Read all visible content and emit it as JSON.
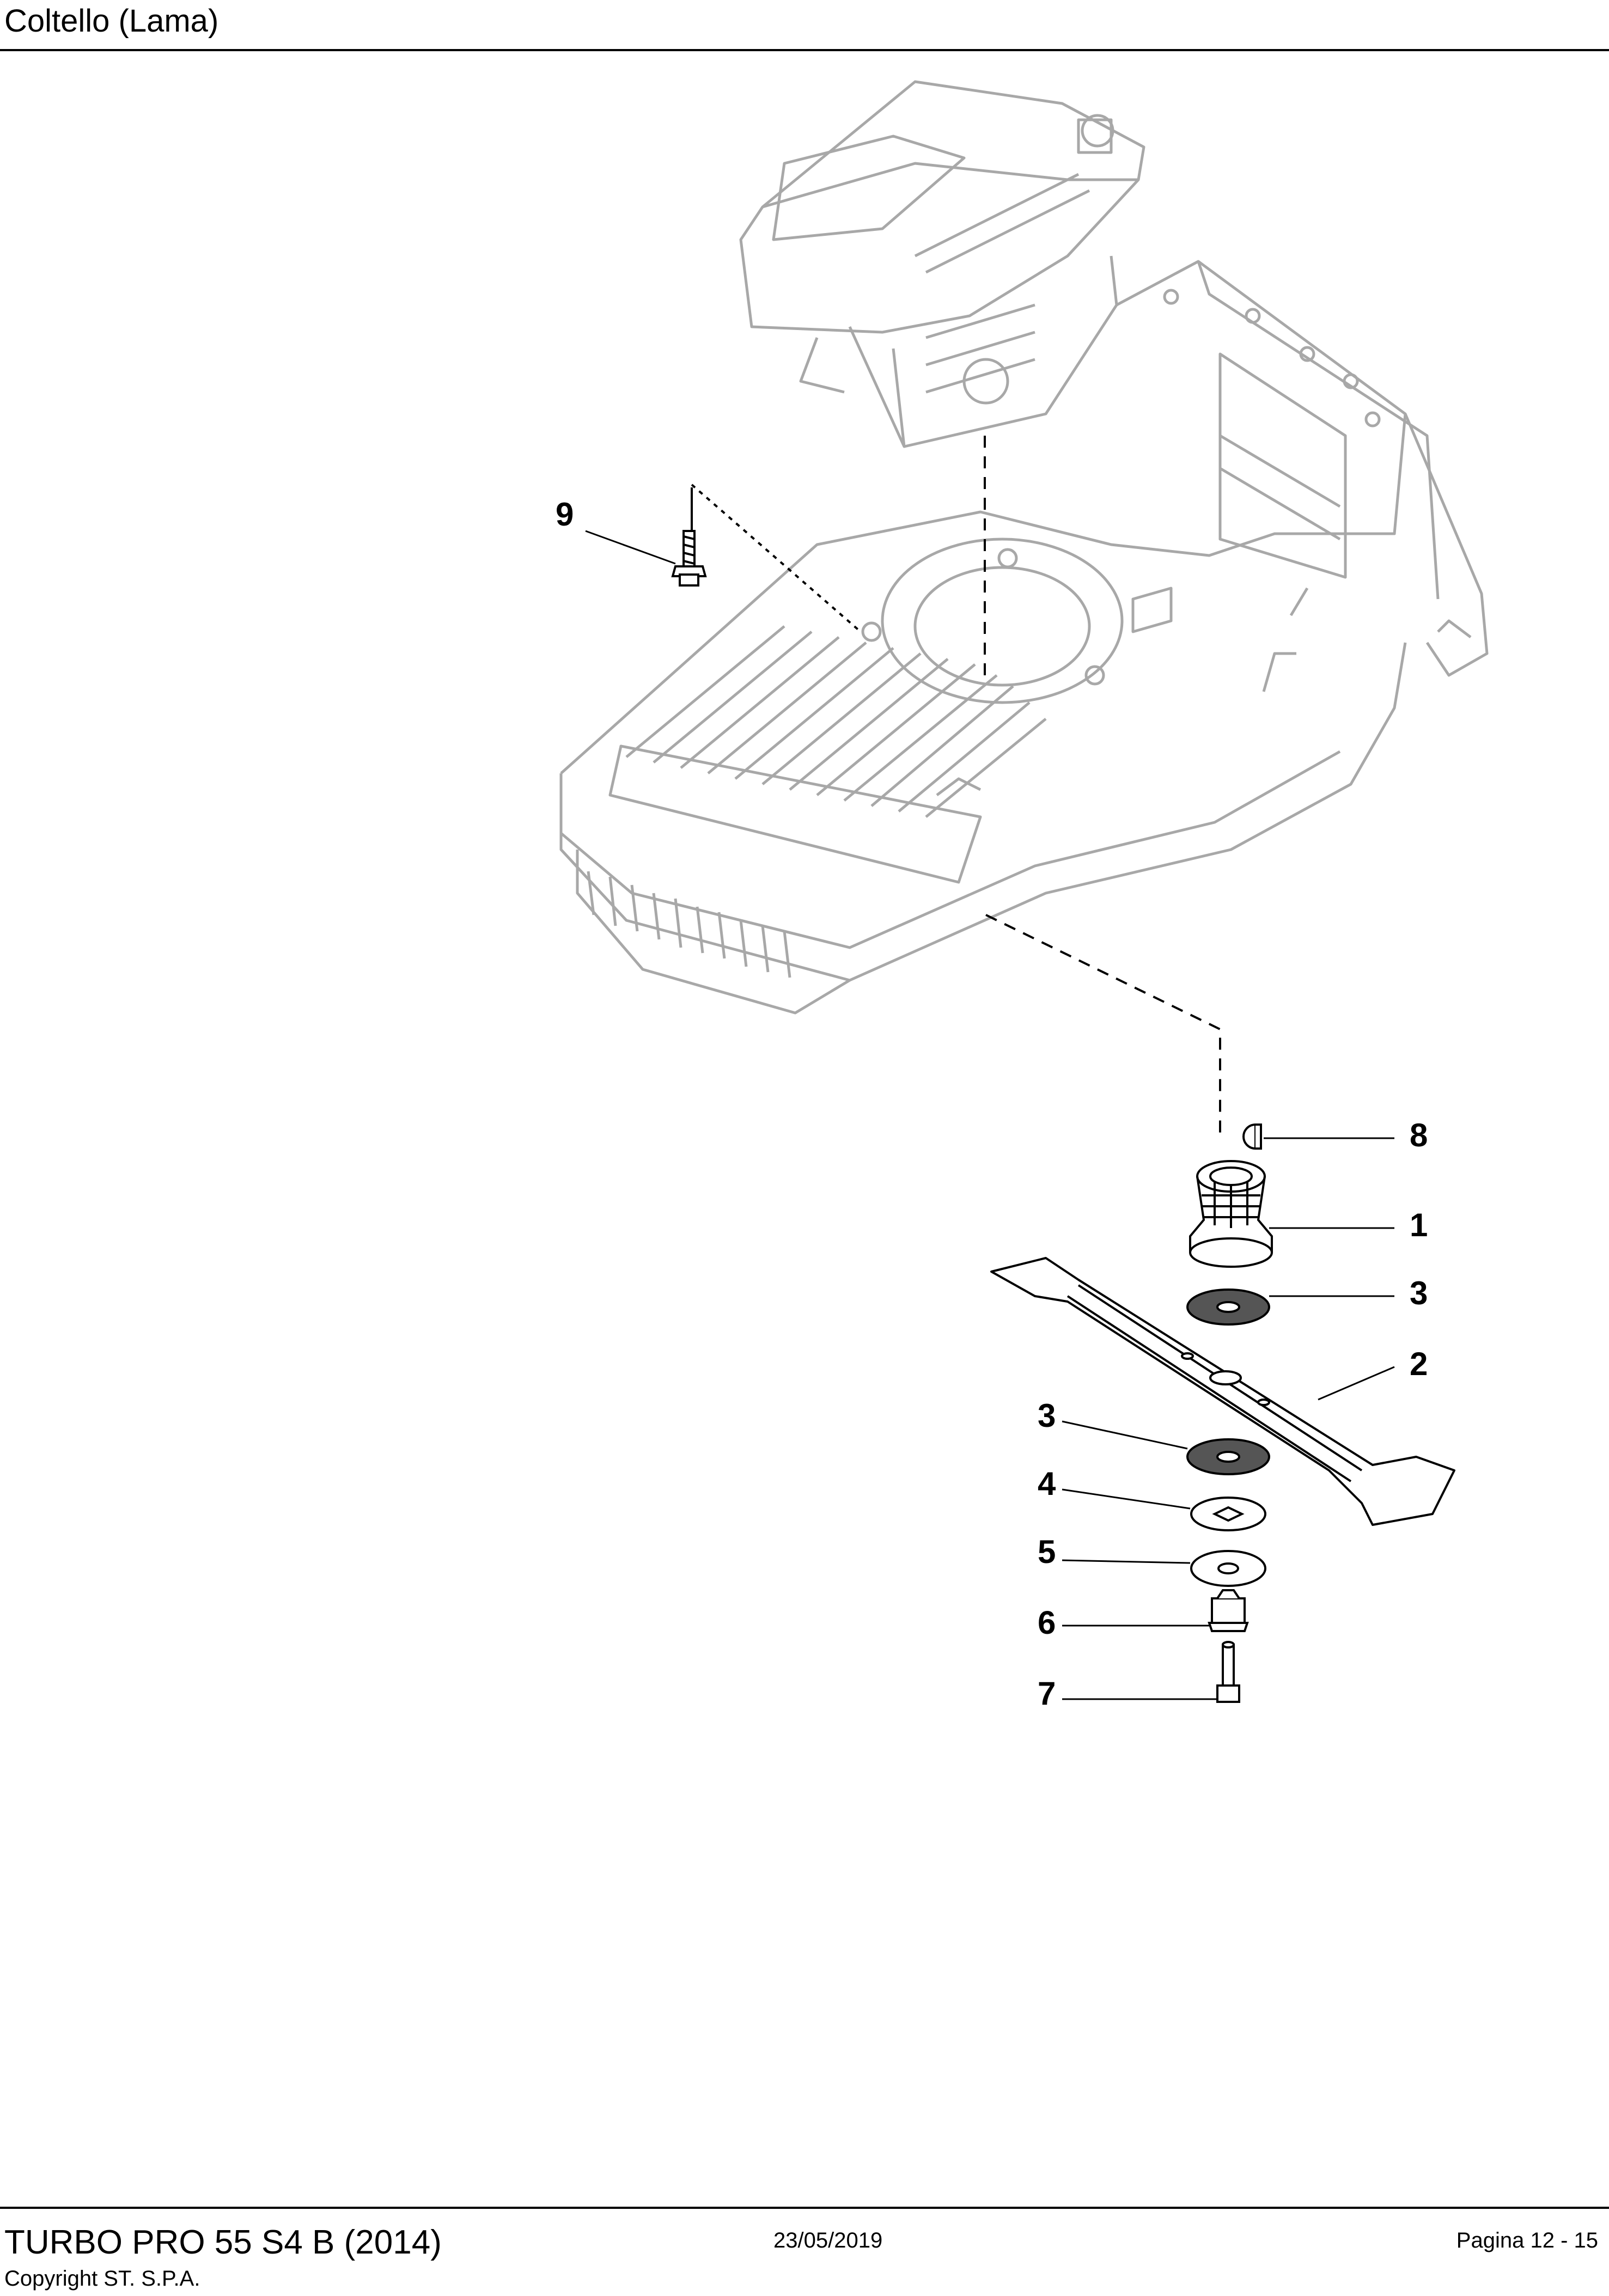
{
  "header": {
    "title": "Coltello (Lama)"
  },
  "footer": {
    "model": "TURBO PRO 55 S4 B (2014)",
    "copyright": "Copyright ST. S.P.A.",
    "date": "23/05/2019",
    "page": "Pagina 12 - 15"
  },
  "callouts": [
    "9",
    "8",
    "1",
    "3",
    "2",
    "3",
    "4",
    "5",
    "6",
    "7"
  ]
}
